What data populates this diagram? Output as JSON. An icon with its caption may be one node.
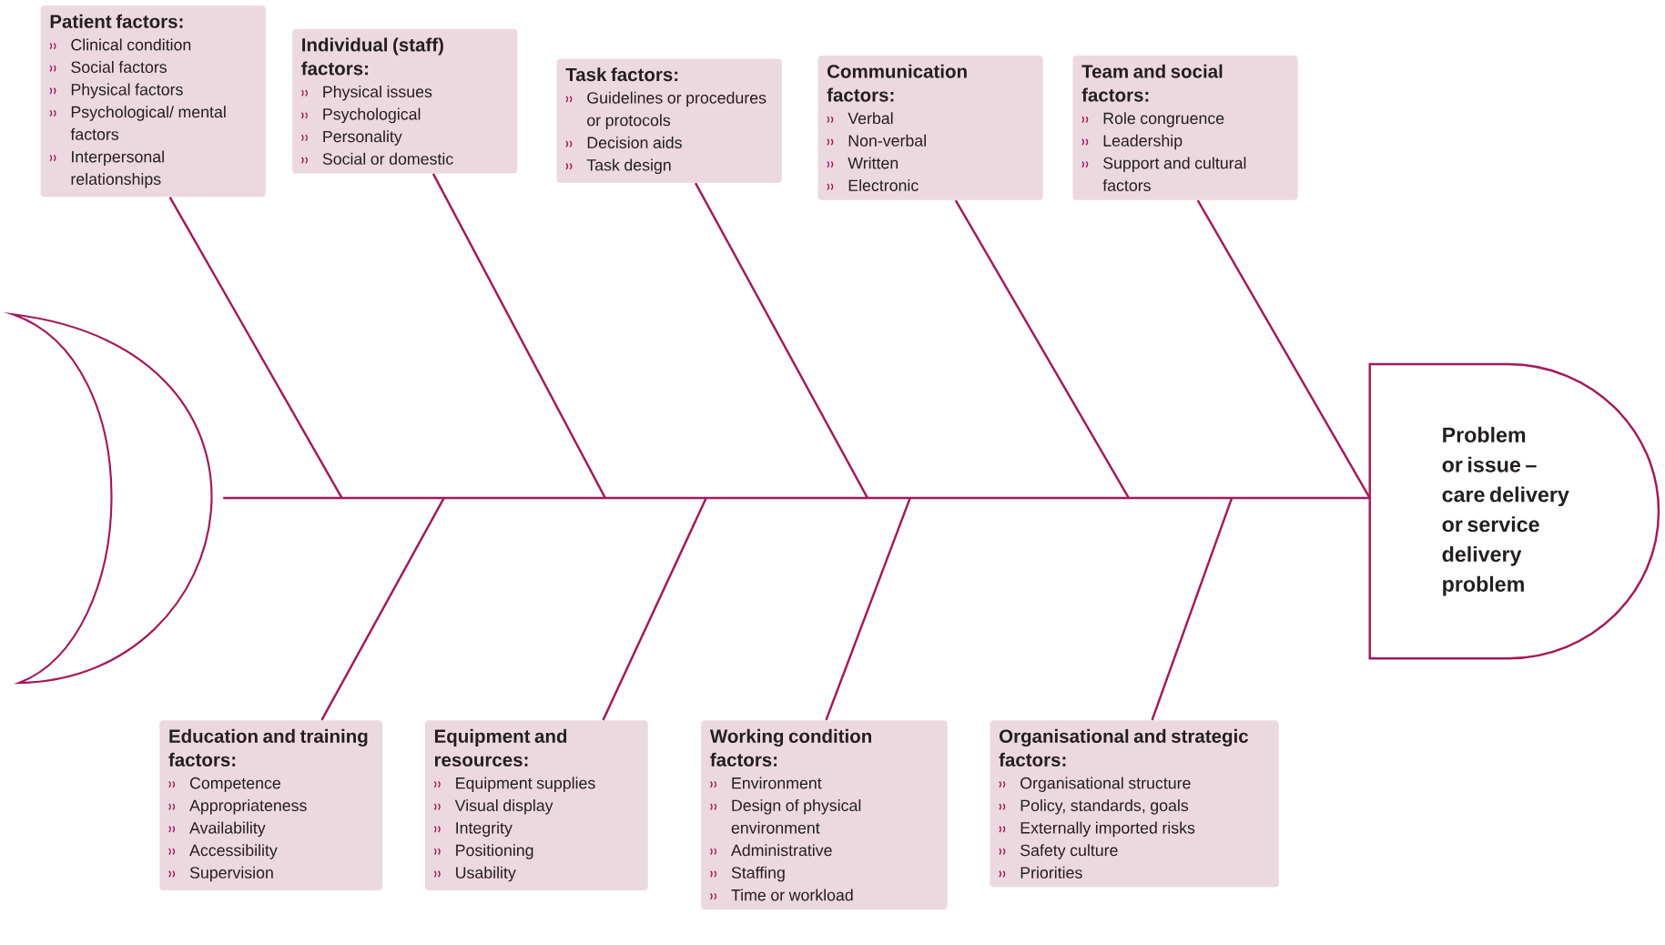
{
  "diagram": {
    "nodes": [
      {
        "text": [
          "Patient factors:",
          "Clinical condition",
          "Social factors",
          "Physical factors",
          "Psychological/ mental factors",
          "Interpersonal relationships"
        ]
      },
      {
        "text": [
          "Individual (staff) factors:",
          "Physical issues",
          "Psychological",
          "Personality",
          "Social or domestic"
        ]
      },
      {
        "text": [
          "Task factors:",
          "Guidelines or procedures or protocols",
          "Decision aids",
          "Task design"
        ]
      },
      {
        "text": [
          "Communication factors:",
          "Verbal",
          "Non-verbal",
          "Written",
          "Electronic"
        ]
      },
      {
        "text": [
          "Team and social factors:",
          "Role congruence",
          "Leadership",
          "Support and cultural factors"
        ]
      },
      {
        "text": [
          "Education and training factors:",
          "Competence",
          "Appropriateness",
          "Availability",
          "Accessibility",
          "Supervision"
        ]
      },
      {
        "text": [
          "Equipment and resources:",
          "Equipment supplies",
          "Visual display",
          "Integrity",
          "Positioning",
          "Usability"
        ]
      },
      {
        "text": [
          "Working condition factors:",
          "Environment",
          "Design of physical environment",
          "Administrative",
          "Staffing",
          "Time or workload"
        ]
      },
      {
        "text": [
          "Organisational and strategic factors:",
          "Organisational structure",
          "Policy, standards, goals",
          "Externally imported risks",
          "Safety culture",
          "Priorities"
        ]
      },
      {
        "text": [],
        "shape": "crescent"
      },
      {
        "text": [
          "Problem or issue – care delivery or service delivery problem"
        ]
      }
    ],
    "edges": [
      {
        "from": 0,
        "to": null,
        "arrow": "none"
      },
      {
        "from": 1,
        "to": null,
        "arrow": "none"
      },
      {
        "from": 2,
        "to": null,
        "arrow": "none"
      },
      {
        "from": 3,
        "to": null,
        "arrow": "none"
      },
      {
        "from": 4,
        "to": 10,
        "arrow": "none"
      },
      {
        "from": 5,
        "to": null,
        "arrow": "none"
      },
      {
        "from": 6,
        "to": null,
        "arrow": "none"
      },
      {
        "from": 7,
        "to": null,
        "arrow": "none"
      },
      {
        "from": 8,
        "to": null,
        "arrow": "none"
      },
      {
        "from": 9,
        "to": 10,
        "arrow": "none"
      }
    ]
  }
}
